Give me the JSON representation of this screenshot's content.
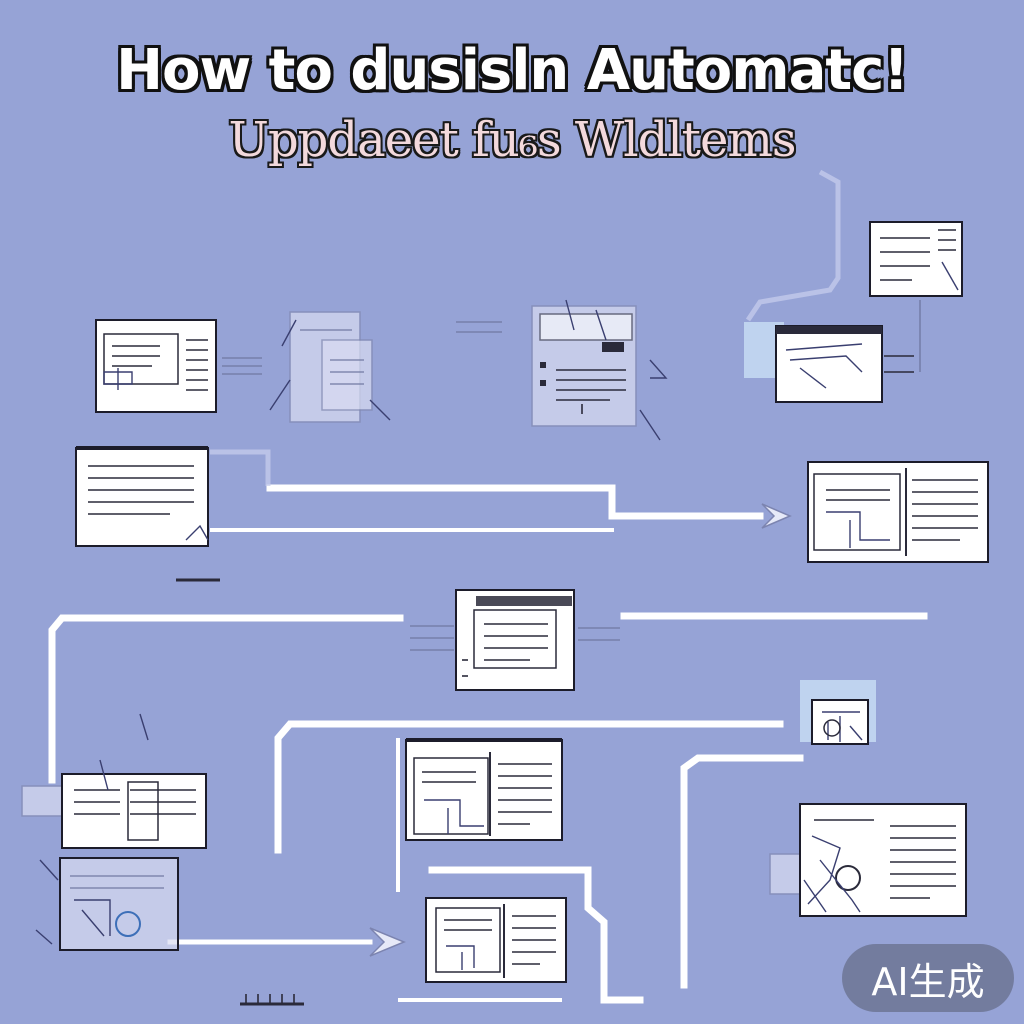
{
  "header": {
    "title_line_1": "How to dusisln Automatc!",
    "title_line_2": "Uppdaeet fu₆s Wldltems"
  },
  "watermark": {
    "label": "AI生成"
  },
  "colors": {
    "background": "#96a3d6",
    "connector": "#ffffff",
    "document": "#ffffff",
    "ink": "#1c1c2a"
  },
  "icons": [
    "document-window-icon",
    "split-pane-window-icon",
    "arrow-right-icon"
  ]
}
